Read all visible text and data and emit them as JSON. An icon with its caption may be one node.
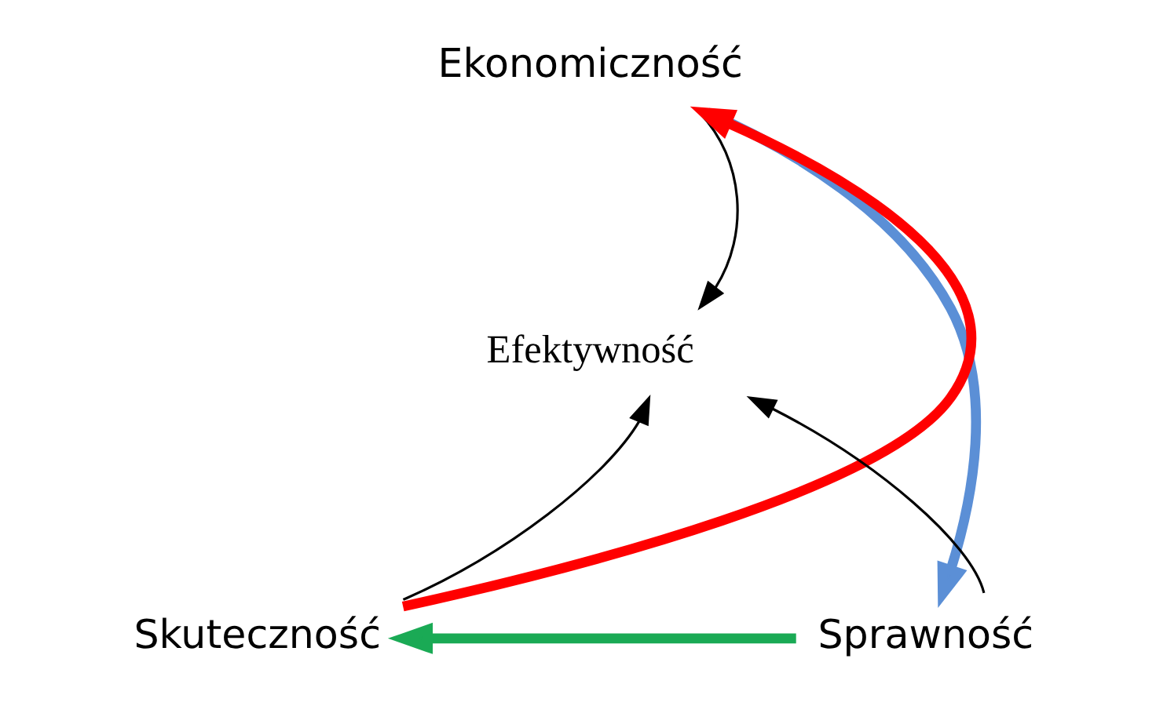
{
  "diagram": {
    "nodes": [
      {
        "text": [
          "Ekonomiczność"
        ]
      },
      {
        "text": [
          "Efektywność"
        ]
      },
      {
        "text": [
          "Skuteczność"
        ]
      },
      {
        "text": [
          "Sprawność"
        ]
      }
    ],
    "edges": [
      {
        "from": 2,
        "to": 0,
        "arrow": "to",
        "style": "thick",
        "color": "#ff0000"
      },
      {
        "from": 0,
        "to": 3,
        "arrow": "to",
        "style": "thick",
        "color": "#5b8fd6"
      },
      {
        "from": 3,
        "to": 2,
        "arrow": "to",
        "style": "thick",
        "color": "#1aaa55"
      },
      {
        "from": 0,
        "to": 1,
        "arrow": "to"
      },
      {
        "from": 2,
        "to": 1,
        "arrow": "to"
      },
      {
        "from": 3,
        "to": 1,
        "arrow": "to"
      }
    ]
  }
}
